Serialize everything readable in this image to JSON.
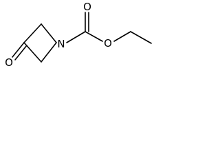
{
  "molecule": {
    "atoms": {
      "ring_nitrogen": "N",
      "carbonyl_oxygen_ester": "O",
      "ether_oxygen": "O",
      "ketone_oxygen": "O"
    }
  }
}
